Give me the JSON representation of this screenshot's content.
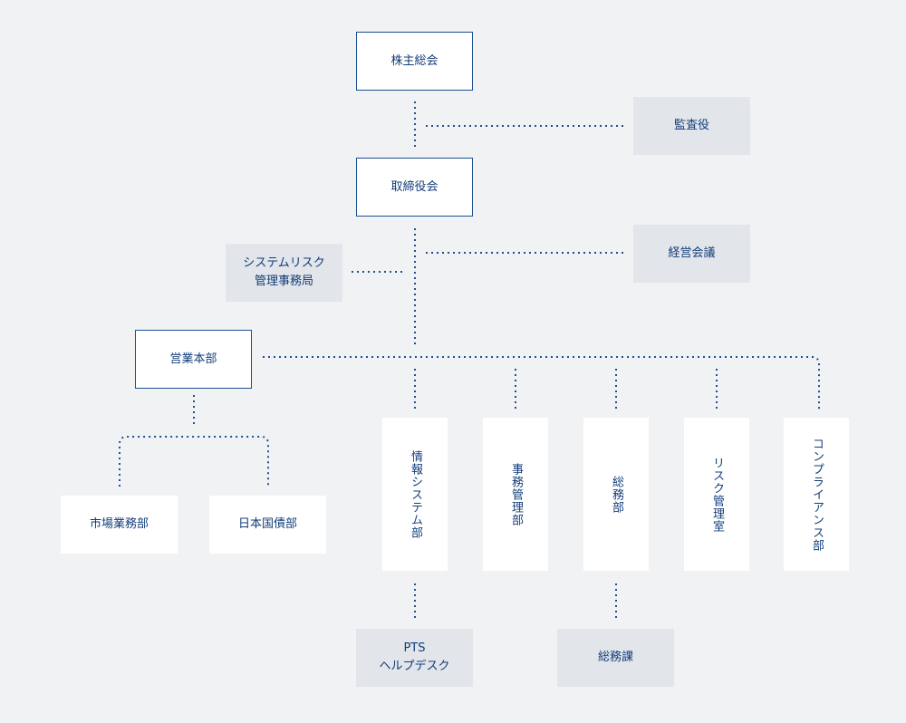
{
  "nodes": {
    "shareholders": "株主総会",
    "auditor": "監査役",
    "board": "取締役会",
    "management_meeting": "経営会議",
    "system_risk_office": [
      "システムリスク",
      "管理事務局"
    ],
    "sales_hq": "営業本部",
    "market_dept": "市場業務部",
    "jgb_dept": "日本国債部",
    "info_systems_dept": "情報システム部",
    "admin_mgmt_dept": "事務管理部",
    "general_affairs_dept": "総務部",
    "risk_mgmt_office": "リスク管理室",
    "compliance_dept": "コンプライアンス部",
    "pts_helpdesk": [
      "PTS",
      "ヘルプデスク"
    ],
    "general_affairs_section": "総務課"
  },
  "colors": {
    "primary_border": "#1d4f91",
    "text": "#123d7a",
    "grey_box": "#e2e5e9",
    "background": "#f1f2f4",
    "connector": "#1d4f91"
  }
}
